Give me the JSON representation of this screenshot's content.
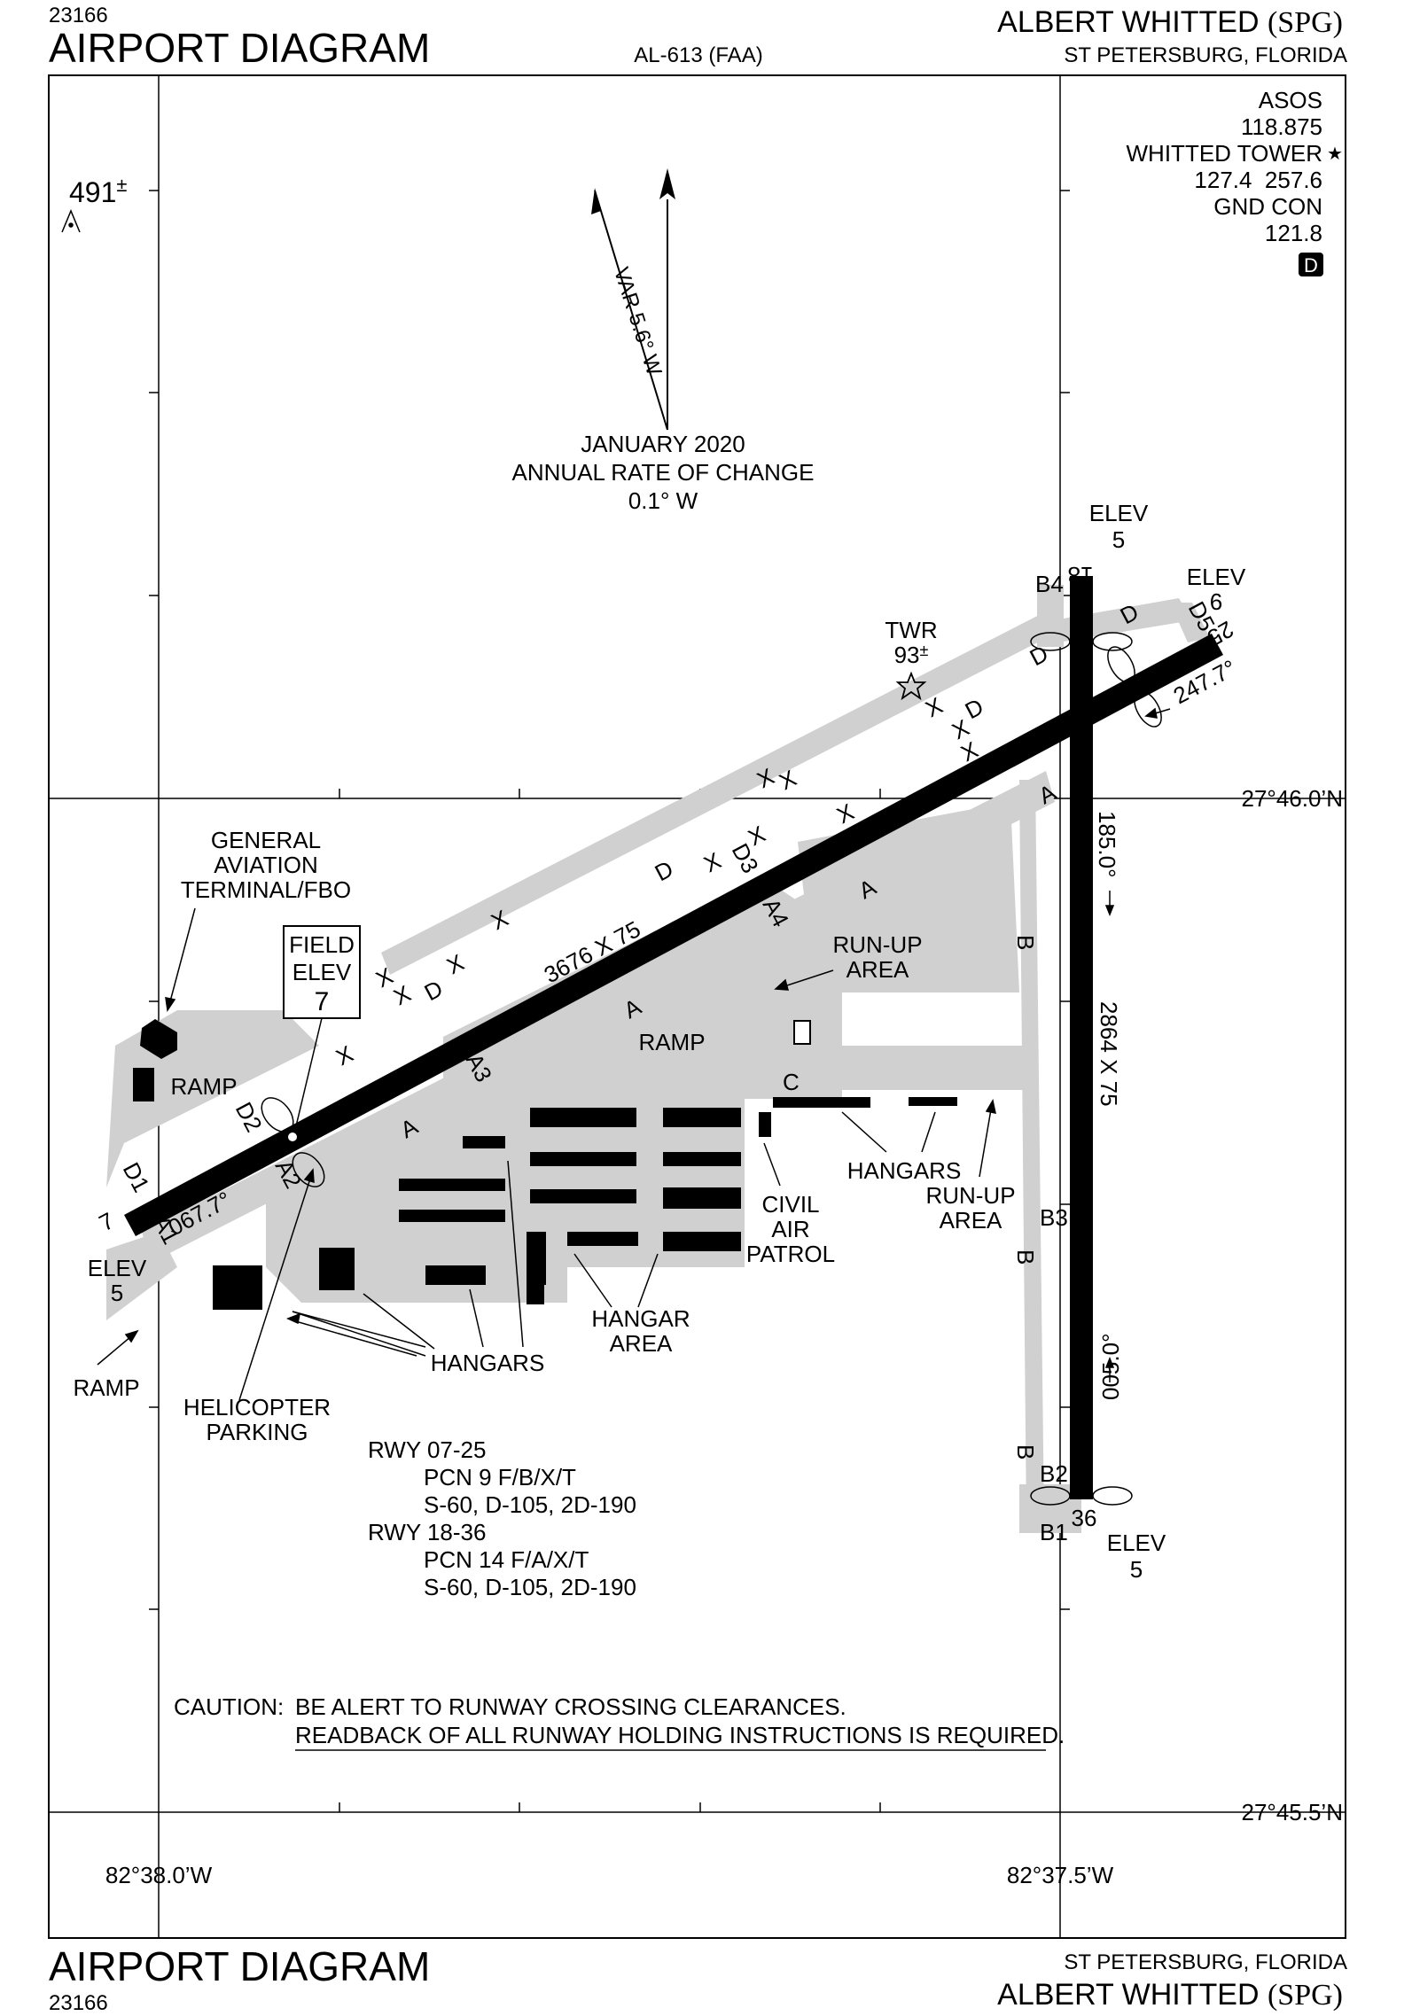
{
  "header": {
    "doc_number": "23166",
    "title": "AIRPORT DIAGRAM",
    "proc_id": "AL-613 (FAA)",
    "airport_name": "ALBERT WHITTED",
    "airport_id": "(SPG)",
    "location": "ST PETERSBURG, FLORIDA"
  },
  "footer": {
    "title": "AIRPORT DIAGRAM",
    "doc_number": "23166",
    "location": "ST PETERSBURG, FLORIDA",
    "airport_name": "ALBERT WHITTED",
    "airport_id": "(SPG)"
  },
  "frequencies": {
    "asos_label": "ASOS",
    "asos_freq": "118.875",
    "tower_label": "WHITTED TOWER",
    "tower_freqs": "127.4  257.6",
    "ground_label": "GND CON",
    "ground_freq": "121.8",
    "airspace_class": "D"
  },
  "obstacle": {
    "height": "491",
    "suffix": "±"
  },
  "magnetic": {
    "variation": "VAR 5.6° W",
    "epoch": "JANUARY 2020",
    "rate_label": "ANNUAL RATE OF CHANGE",
    "rate": "0.1° W"
  },
  "tower": {
    "label": "TWR",
    "height": "93",
    "suffix": "±"
  },
  "runways": {
    "rwy_07": "7",
    "rwy_25": "25",
    "rwy_18": "18",
    "rwy_36": "36",
    "dims_07_25": "3676 X 75",
    "dims_18_36": "2864 X 75",
    "hdg_067": "067.7°",
    "hdg_247": "247.7°",
    "hdg_185": "185.0°",
    "hdg_005": "005.0°",
    "elev_label": "ELEV",
    "elev_18": "5",
    "elev_25": "6",
    "elev_07": "5",
    "elev_36": "5"
  },
  "field_elev": {
    "line1": "FIELD",
    "line2": "ELEV",
    "value": "7"
  },
  "labels": {
    "gen_aviation_1": "GENERAL",
    "gen_aviation_2": "AVIATION",
    "gen_aviation_3": "TERMINAL/FBO",
    "ramp": "RAMP",
    "runup_1": "RUN-UP",
    "runup_2": "AREA",
    "hangars": "HANGARS",
    "civil_1": "CIVIL",
    "civil_2": "AIR",
    "civil_3": "PATROL",
    "hangar_area_1": "HANGAR",
    "hangar_area_2": "AREA",
    "heli_1": "HELICOPTER",
    "heli_2": "PARKING"
  },
  "taxiways": {
    "A": "A",
    "A1": "A1",
    "A2": "A2",
    "A3": "A3",
    "A4": "A4",
    "B": "B",
    "B1": "B1",
    "B2": "B2",
    "B3": "B3",
    "B4": "B4",
    "C": "C",
    "D": "D",
    "D1": "D1",
    "D2": "D2",
    "D3": "D3",
    "D5": "D5",
    "X": "X"
  },
  "pcn": {
    "rwy1_label": "RWY 07-25",
    "rwy1_pcn": "PCN 9 F/B/X/T",
    "rwy1_weights": "S-60, D-105, 2D-190",
    "rwy2_label": "RWY 18-36",
    "rwy2_pcn": "PCN 14 F/A/X/T",
    "rwy2_weights": "S-60, D-105, 2D-190"
  },
  "caution": {
    "label": "CAUTION:",
    "line1": "BE ALERT TO RUNWAY CROSSING CLEARANCES.",
    "line2": "READBACK OF ALL RUNWAY HOLDING INSTRUCTIONS IS REQUIRED."
  },
  "coords": {
    "lat_top": "27°46.0’N",
    "lat_bottom": "27°45.5’N",
    "lon_left": "82°38.0’W",
    "lon_right": "82°37.5’W"
  }
}
